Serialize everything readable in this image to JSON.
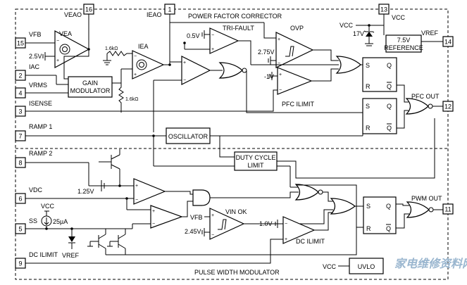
{
  "sections": {
    "pfc": "POWER FACTOR CORRECTOR",
    "pwm": "PULSE WIDTH MODULATOR"
  },
  "pins": {
    "p1": "1",
    "p3": "3",
    "p2": "2",
    "p4": "4",
    "p5": "5",
    "p6": "6",
    "p7": "7",
    "p8": "8",
    "p9": "9",
    "p11": "11",
    "p12": "12",
    "p13": "13",
    "p14": "14",
    "p15": "15",
    "p16": "16"
  },
  "pin_labels": {
    "veao": "VEAO",
    "ieao": "IEAO",
    "vcc_top": "VCC",
    "vfb": "VFB",
    "iac": "IAC",
    "vrms": "VRMS",
    "isense": "ISENSE",
    "ramp1": "RAMP 1",
    "ramp2": "RAMP 2",
    "vdc": "VDC",
    "ss": "SS",
    "dcilimit": "DC ILIMIT",
    "vref": "VREF",
    "pfc_out": "PFC OUT",
    "pwm_out": "PWM OUT"
  },
  "blocks": {
    "vea": "VEA",
    "iea": "IEA",
    "gain_line1": "GAIN",
    "gain_line2": "MODULATOR",
    "oscillator": "OSCILLATOR",
    "duty_line1": "DUTY CYCLE",
    "duty_line2": "LIMIT",
    "ref_line1": "7.5V",
    "ref_line2": "REFERENCE",
    "tri_fault": "TRI-FAULT",
    "ovp": "OVP",
    "pfc_ilimit": "PFC ILIMIT",
    "vin_ok": "VIN OK",
    "dc_ilimit": "DC ILIMIT",
    "uvlo": "UVLO"
  },
  "values": {
    "v05": "0.5V",
    "v25": "2.5V",
    "v275": "2.75V",
    "vneg1": "-1V",
    "v17": "17V",
    "r16k_top": "1.6kΩ",
    "r16k_bot": "1.6kΩ",
    "v125": "1.25V",
    "i25u": "25µA",
    "vcc_ss": "VCC",
    "vfb_pwm": "VFB",
    "v245": "2.45V",
    "v10": "1.0V",
    "vref_ss": "VREF",
    "vcc_uvlo": "VCC",
    "vcc_ref": "VCC"
  },
  "flipflop": {
    "s": "S",
    "r": "R",
    "q": "Q",
    "qb": "Q"
  },
  "watermark": "家电维修资料网"
}
